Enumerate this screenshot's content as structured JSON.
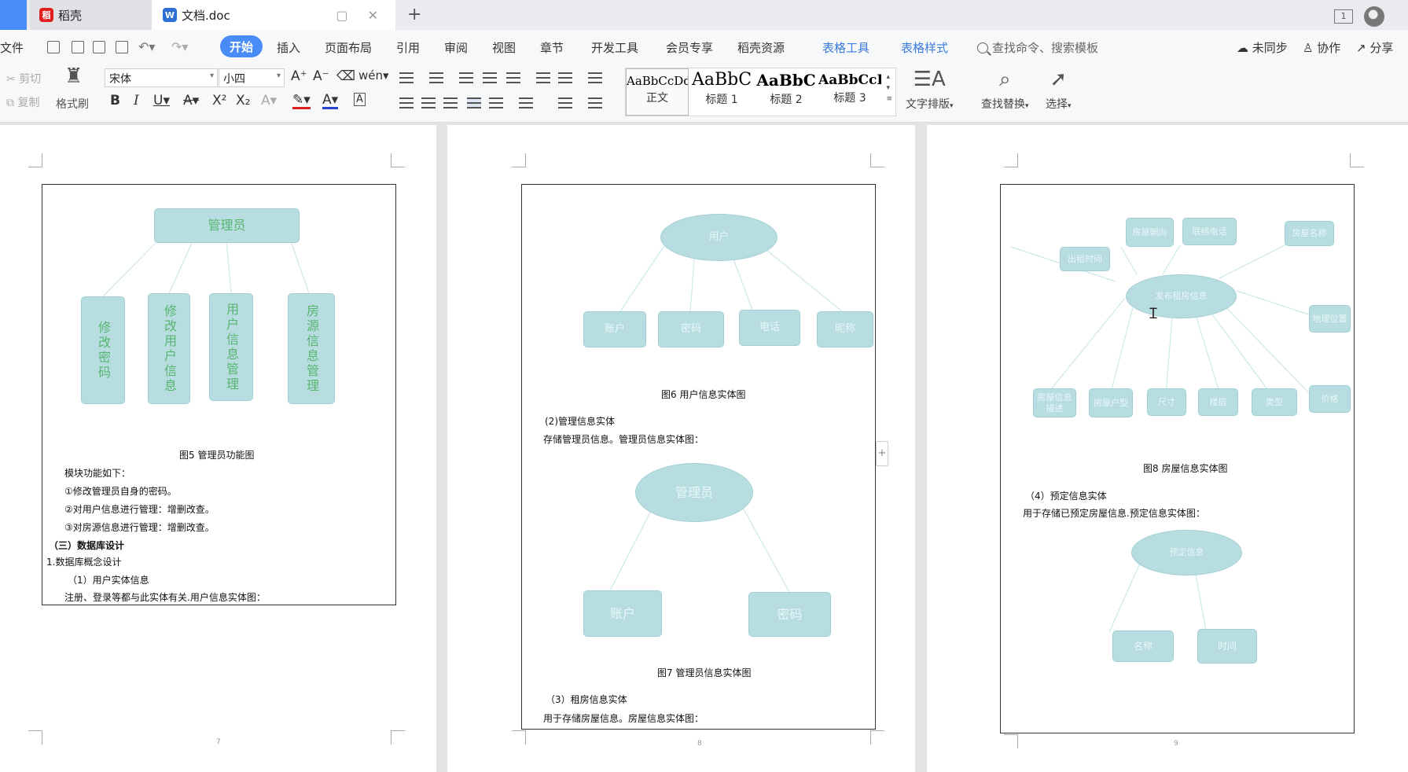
{
  "titlebar": {
    "tabs": [
      {
        "label": "稻壳",
        "icon": "daoke-logo-icon"
      },
      {
        "label": "文档.doc",
        "icon": "wps-writer-icon"
      }
    ],
    "tab_ctrl": "▢ ✕",
    "new_tab": "+",
    "window_badge": "1"
  },
  "menubar": {
    "file": "文件",
    "items": [
      "开始",
      "插入",
      "页面布局",
      "引用",
      "审阅",
      "视图",
      "章节",
      "开发工具",
      "会员专享",
      "稻壳资源"
    ],
    "context_items": [
      "表格工具",
      "表格样式"
    ],
    "search": "查找命令、搜索模板",
    "right": [
      "未同步",
      "协作",
      "分享"
    ]
  },
  "ribbon": {
    "cut": "剪切",
    "copy": "复制",
    "format_painter": "格式刷",
    "font_name": "宋体",
    "font_size": "小四",
    "styles": [
      {
        "sample": "AaBbCcDd",
        "name": "正文"
      },
      {
        "sample": "AaBbC",
        "name": "标题 1"
      },
      {
        "sample": "AaBbC",
        "name": "标题 2"
      },
      {
        "sample": "AaBbCcI",
        "name": "标题 3"
      }
    ],
    "text_layout": "文字排版",
    "find_replace": "查找替换",
    "select": "选择"
  },
  "pages": [
    {
      "number": "7",
      "diagram": {
        "root": "管理员",
        "children": [
          "修改密码",
          "修改用户信息",
          "用户信息管理",
          "房源信息管理"
        ]
      },
      "caption": "图5 管理员功能图",
      "lines": [
        "模块功能如下：",
        "①修改管理员自身的密码。",
        "②对用户信息进行管理：增删改查。",
        "③对房源信息进行管理：增删改查。",
        "（三）数据库设计",
        "1.数据库概念设计",
        "（1）用户实体信息",
        "注册、登录等都与此实体有关.用户信息实体图："
      ]
    },
    {
      "number": "8",
      "diagram1": {
        "root": "用户",
        "children": [
          "账户",
          "密码",
          "电话",
          "昵称"
        ]
      },
      "caption1": "图6 用户信息实体图",
      "text1": [
        "(2)管理信息实体",
        "存储管理员信息。管理员信息实体图："
      ],
      "diagram2": {
        "root": "管理员",
        "children": [
          "账户",
          "密码"
        ]
      },
      "caption2": "图7 管理员信息实体图",
      "text2": [
        "（3）租房信息实体",
        "用于存储房屋信息。房屋信息实体图："
      ]
    },
    {
      "number": "9",
      "diagram1": {
        "root": "发布租房信息",
        "children": [
          "出租时间",
          "房屋朝向",
          "联络电话",
          "房屋名称",
          "地理位置",
          "价格",
          "类型",
          "楼层",
          "尺寸",
          "房屋户型",
          "房屋信息描述"
        ]
      },
      "caption1": "图8 房屋信息实体图",
      "text1": [
        "（4）预定信息实体",
        "用于存储已预定房屋信息.预定信息实体图："
      ],
      "diagram2": {
        "root": "预定信息",
        "children": [
          "名称",
          "时间"
        ]
      }
    }
  ],
  "colors": {
    "accent": "#4a8cf7",
    "node_fill": "#b8dde0",
    "node_text_green": "#56b56f"
  }
}
